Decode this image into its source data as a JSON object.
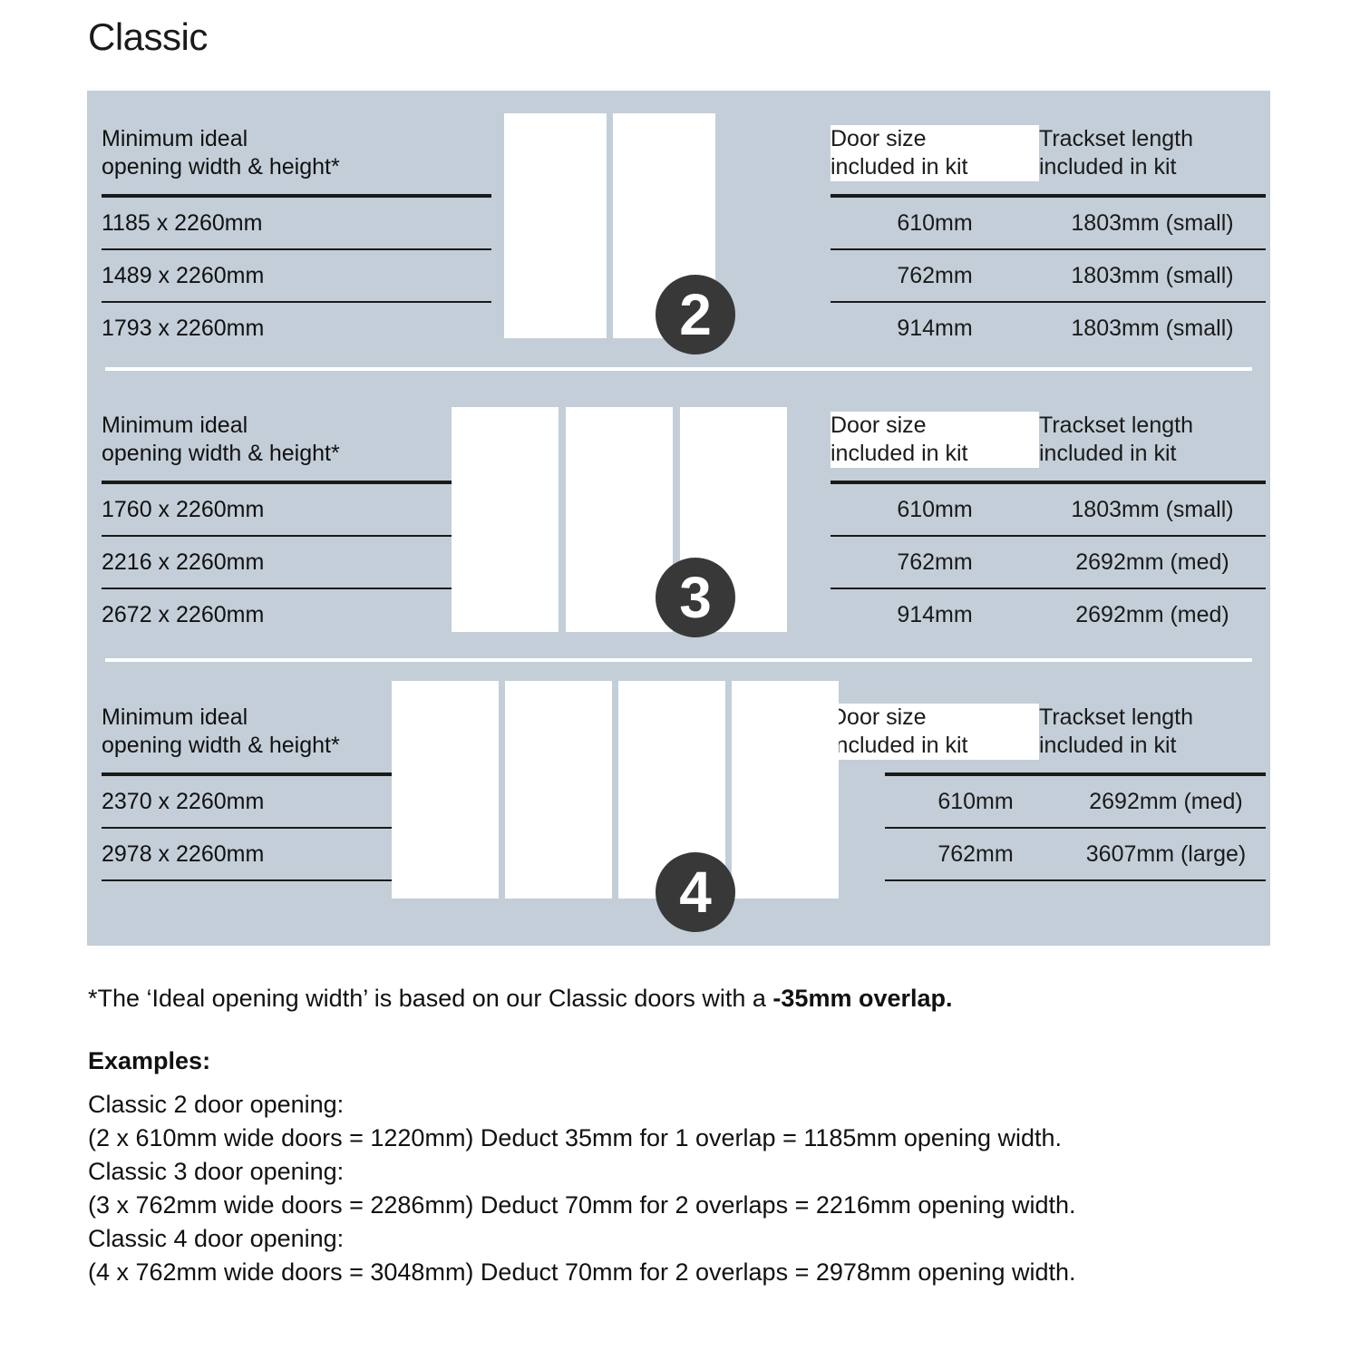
{
  "title": "Classic",
  "colors": {
    "panel_bg": "#c3ced8",
    "badge_bg": "#383838",
    "door_fill": "#ffffff",
    "rule": "#1a1a1a",
    "text": "#111111"
  },
  "sections": [
    {
      "badge": "2",
      "door_count": 2,
      "headers": {
        "left": "Minimum ideal\nopening width & height*",
        "door": "Door size\nincluded in kit",
        "track": "Trackset length\nincluded in kit"
      },
      "rows": [
        {
          "opening": "1185 x 2260mm",
          "door": "610mm",
          "track": "1803mm (small)"
        },
        {
          "opening": "1489 x 2260mm",
          "door": "762mm",
          "track": "1803mm (small)"
        },
        {
          "opening": "1793 x 2260mm",
          "door": "914mm",
          "track": "1803mm (small)"
        }
      ]
    },
    {
      "badge": "3",
      "door_count": 3,
      "headers": {
        "left": "Minimum ideal\nopening width & height*",
        "door": "Door size\nincluded in kit",
        "track": "Trackset length\nincluded in kit"
      },
      "rows": [
        {
          "opening": "1760 x 2260mm",
          "door": "610mm",
          "track": "1803mm (small)"
        },
        {
          "opening": "2216 x 2260mm",
          "door": "762mm",
          "track": "2692mm (med)"
        },
        {
          "opening": "2672 x 2260mm",
          "door": "914mm",
          "track": "2692mm (med)"
        }
      ]
    },
    {
      "badge": "4",
      "door_count": 4,
      "headers": {
        "left": "Minimum ideal\nopening width & height*",
        "door": "Door size\nincluded in kit",
        "track": "Trackset length\nincluded in kit"
      },
      "rows": [
        {
          "opening": "2370 x 2260mm",
          "door": "610mm",
          "track": "2692mm (med)"
        },
        {
          "opening": "2978 x 2260mm",
          "door": "762mm",
          "track": "3607mm (large)"
        }
      ]
    }
  ],
  "footnote": {
    "prefix": "*The ‘Ideal opening width’ is based on our Classic doors with a ",
    "bold": "-35mm overlap."
  },
  "examples_title": "Examples:",
  "examples": [
    "Classic 2 door opening:",
    "(2 x 610mm wide doors = 1220mm)  Deduct 35mm for 1 overlap = 1185mm opening width.",
    "Classic 3 door opening:",
    "(3 x 762mm wide doors = 2286mm)  Deduct 70mm for 2 overlaps = 2216mm opening width.",
    "Classic 4 door opening:",
    "(4 x 762mm wide doors = 3048mm)  Deduct 70mm for 2 overlaps = 2978mm opening width."
  ]
}
